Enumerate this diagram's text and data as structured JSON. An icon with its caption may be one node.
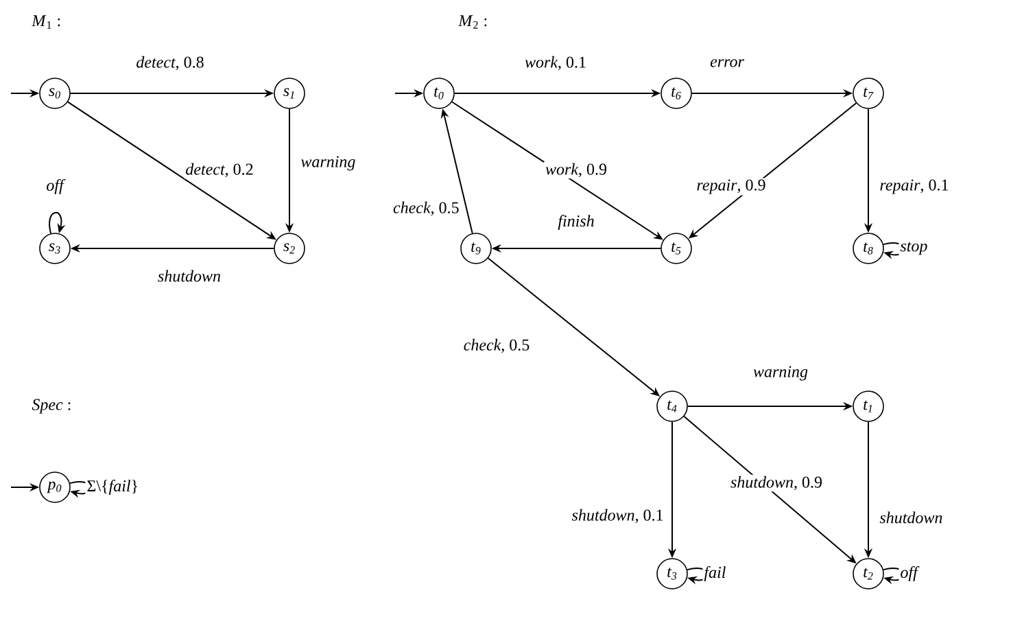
{
  "diagram": {
    "nodes": [
      {
        "text": [
          "s$_{0}$"
        ]
      },
      {
        "text": [
          "s$_{1}$"
        ]
      },
      {
        "text": [
          "s$_{2}$"
        ]
      },
      {
        "text": [
          "s$_{3}$"
        ]
      },
      {
        "text": [
          "t$_{0}$"
        ]
      },
      {
        "text": [
          "t$_{6}$"
        ]
      },
      {
        "text": [
          "t$_{7}$"
        ]
      },
      {
        "text": [
          "t$_{9}$"
        ]
      },
      {
        "text": [
          "t$_{5}$"
        ]
      },
      {
        "text": [
          "t$_{8}$"
        ]
      },
      {
        "text": [
          "t$_{4}$"
        ]
      },
      {
        "text": [
          "t$_{1}$"
        ]
      },
      {
        "text": [
          "t$_{3}$"
        ]
      },
      {
        "text": [
          "t$_{2}$"
        ]
      },
      {
        "text": [
          "p$_{0}$"
        ]
      }
    ],
    "edges": [
      {
        "from": null,
        "to": 0,
        "arrow": "to"
      },
      {
        "from": 0,
        "to": 1,
        "arrow": "to",
        "label": "*detect*, 0.8"
      },
      {
        "from": 0,
        "to": 2,
        "arrow": "to",
        "label": "*detect*, 0.2"
      },
      {
        "from": 1,
        "to": 2,
        "arrow": "to",
        "label": "warning"
      },
      {
        "from": 2,
        "to": 3,
        "arrow": "to",
        "label": "shutdown"
      },
      {
        "from": 3,
        "to": 3,
        "arrow": "to",
        "label": "off"
      },
      {
        "from": null,
        "to": 4,
        "arrow": "to"
      },
      {
        "from": 4,
        "to": 5,
        "arrow": "to",
        "label": "*work*, 0.1"
      },
      {
        "from": 5,
        "to": 6,
        "arrow": "to",
        "label": "error"
      },
      {
        "from": 4,
        "to": 8,
        "arrow": "to",
        "label": "*work*, 0.9"
      },
      {
        "from": 6,
        "to": 8,
        "arrow": "to",
        "label": "*repair*, 0.9"
      },
      {
        "from": 6,
        "to": 9,
        "arrow": "to",
        "label": "*repair*, 0.1"
      },
      {
        "from": 9,
        "to": 9,
        "arrow": "to",
        "label": "stop"
      },
      {
        "from": 8,
        "to": 7,
        "arrow": "to",
        "label": "finish"
      },
      {
        "from": 7,
        "to": 4,
        "arrow": "to",
        "label": "*check*, 0.5"
      },
      {
        "from": 7,
        "to": 10,
        "arrow": "to",
        "label": "*check*, 0.5"
      },
      {
        "from": 10,
        "to": 11,
        "arrow": "to",
        "label": "warning"
      },
      {
        "from": 10,
        "to": 12,
        "arrow": "to",
        "label": "*shutdown*, 0.1"
      },
      {
        "from": 10,
        "to": 13,
        "arrow": "to",
        "label": "*shutdown*, 0.9"
      },
      {
        "from": 11,
        "to": 13,
        "arrow": "to",
        "label": "shutdown"
      },
      {
        "from": 12,
        "to": 12,
        "arrow": "to",
        "label": "fail"
      },
      {
        "from": 13,
        "to": 13,
        "arrow": "to",
        "label": "off"
      },
      {
        "from": null,
        "to": 14,
        "arrow": "to"
      },
      {
        "from": 14,
        "to": 14,
        "arrow": "to",
        "label": "Σ\\{*fail*}"
      }
    ],
    "labels": [
      "*M*$_{1}$ :",
      "*M*$_{2}$ :",
      "*Spec* :"
    ]
  }
}
